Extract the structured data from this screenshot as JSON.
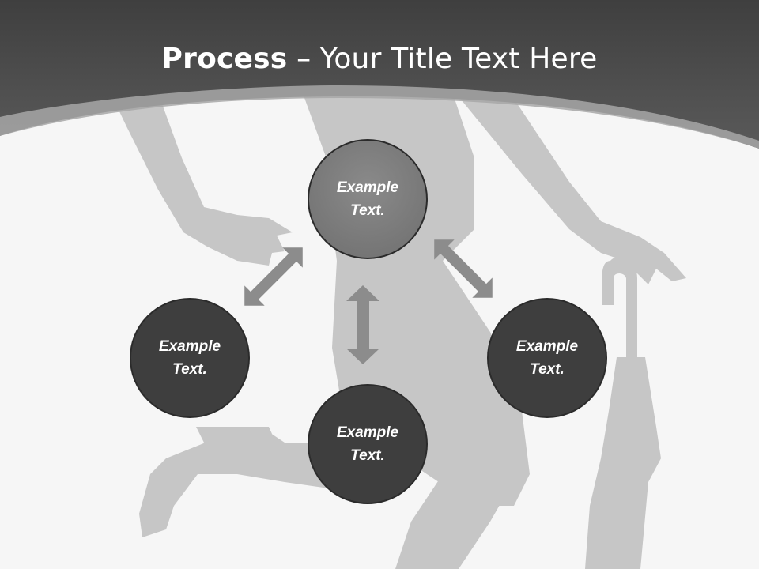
{
  "slide": {
    "title_bold": "Process",
    "title_rest": " – Your Title Text Here",
    "colors": {
      "header": "#4a4a4a",
      "node_top": "#7a7a7a",
      "node_dark": "#3e3e3e",
      "arrow": "#8c8c8c",
      "silhouette": "#c6c6c6"
    }
  },
  "nodes": [
    {
      "id": "top",
      "line1": "Example",
      "line2": "Text."
    },
    {
      "id": "left",
      "line1": "Example",
      "line2": "Text."
    },
    {
      "id": "right",
      "line1": "Example",
      "line2": "Text."
    },
    {
      "id": "bottom",
      "line1": "Example",
      "line2": "Text."
    }
  ],
  "icons": {
    "arrows": [
      "double-arrow-icon",
      "double-arrow-icon",
      "double-arrow-icon"
    ],
    "background": "woman-silhouette-with-umbrella"
  }
}
